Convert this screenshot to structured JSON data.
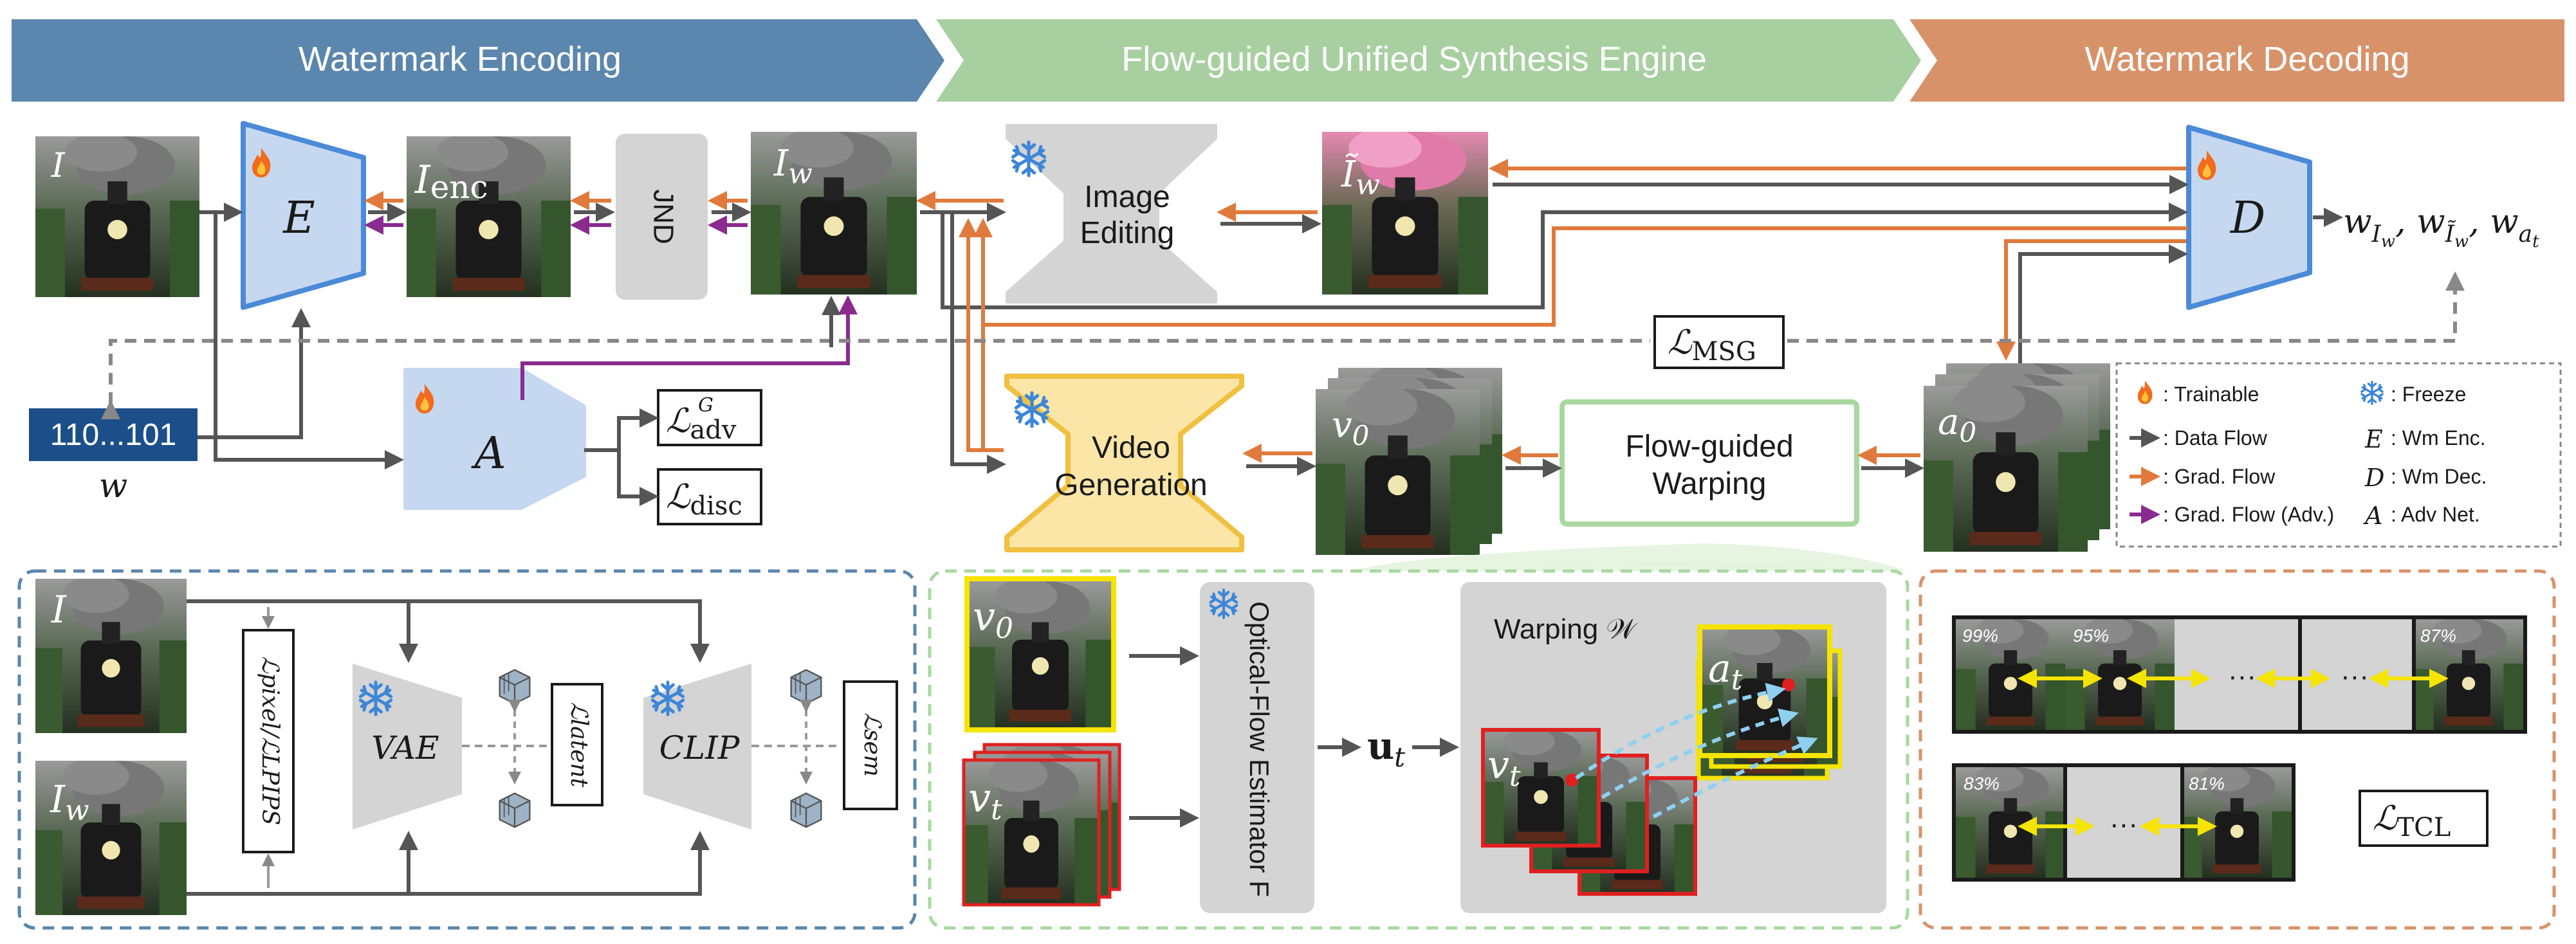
{
  "stages": {
    "encoding": "Watermark Encoding",
    "engine": "Flow-guided Unified Synthesis Engine",
    "decoding": "Watermark Decoding"
  },
  "colors": {
    "encoding_banner": "#5b86ad",
    "engine_banner": "#a8cfa0",
    "decoding_banner": "#d8926a",
    "module_blue": "#c5d8f0",
    "module_blue_edge": "#4a8ad8",
    "module_gray": "#d4d4d4",
    "module_yellow": "#fbe6a8",
    "module_yellow_edge": "#f0c040",
    "data_flow": "#555555",
    "grad_flow": "#e07a3c",
    "grad_flow_adv": "#8a2b90"
  },
  "top": {
    "input_image": "I",
    "encoder": "E",
    "encoded_image": "I",
    "encoded_image_sub": "enc",
    "jnd": "JND",
    "watermarked_image": "I",
    "watermarked_image_sub": "w",
    "image_editing_1": "Image",
    "image_editing_2": "Editing",
    "edited_image": "Ĩ",
    "edited_image_sub": "w",
    "decoder": "D",
    "outputs": "w",
    "message_bits": "110...101",
    "message_symbol": "w",
    "adv_net": "A",
    "loss_adv": "ℒ",
    "loss_adv_sup": "G",
    "loss_adv_sub": "adv",
    "loss_disc": "ℒ",
    "loss_disc_sub": "disc",
    "loss_msg": "ℒ",
    "loss_msg_sub": "MSG",
    "video_gen_1": "Video",
    "video_gen_2": "Generation",
    "video_frames": "v",
    "video_frames_sub": "0",
    "warping_1": "Flow-guided",
    "warping_2": "Warping",
    "anim_frames": "a",
    "anim_frames_sub": "0"
  },
  "legend": {
    "trainable": ": Trainable",
    "freeze": ": Freeze",
    "data_flow": ": Data Flow",
    "grad_flow": ": Grad. Flow",
    "grad_flow_adv": ": Grad. Flow (Adv.)",
    "wm_enc_sym": "E",
    "wm_enc": ": Wm Enc.",
    "wm_dec_sym": "D",
    "wm_dec": ": Wm Dec.",
    "adv_sym": "A",
    "adv": ": Adv Net."
  },
  "panel1": {
    "img_top": "I",
    "img_bottom": "I",
    "img_bottom_sub": "w",
    "loss_pixel": "ℒpixel/ℒLPIPS",
    "vae": "VAE",
    "loss_latent": "ℒlatent",
    "clip": "CLIP",
    "loss_sem": "ℒsem"
  },
  "panel2": {
    "v0": "v",
    "v0_sub": "0",
    "vt": "v",
    "vt_sub": "t",
    "flow_estimator": "Optical-Flow Estimator F",
    "ut": "u",
    "ut_sub": "t",
    "warping_title": "Warping 𝒲",
    "at": "a",
    "at_sub": "t",
    "vt2": "v",
    "vt2_sub": "t"
  },
  "panel3": {
    "row1_scores": [
      "99%",
      "95%",
      "87%"
    ],
    "row2_scores": [
      "83%",
      "81%"
    ],
    "ellipsis": "···",
    "loss_tcl": "ℒ",
    "loss_tcl_sub": "TCL"
  }
}
